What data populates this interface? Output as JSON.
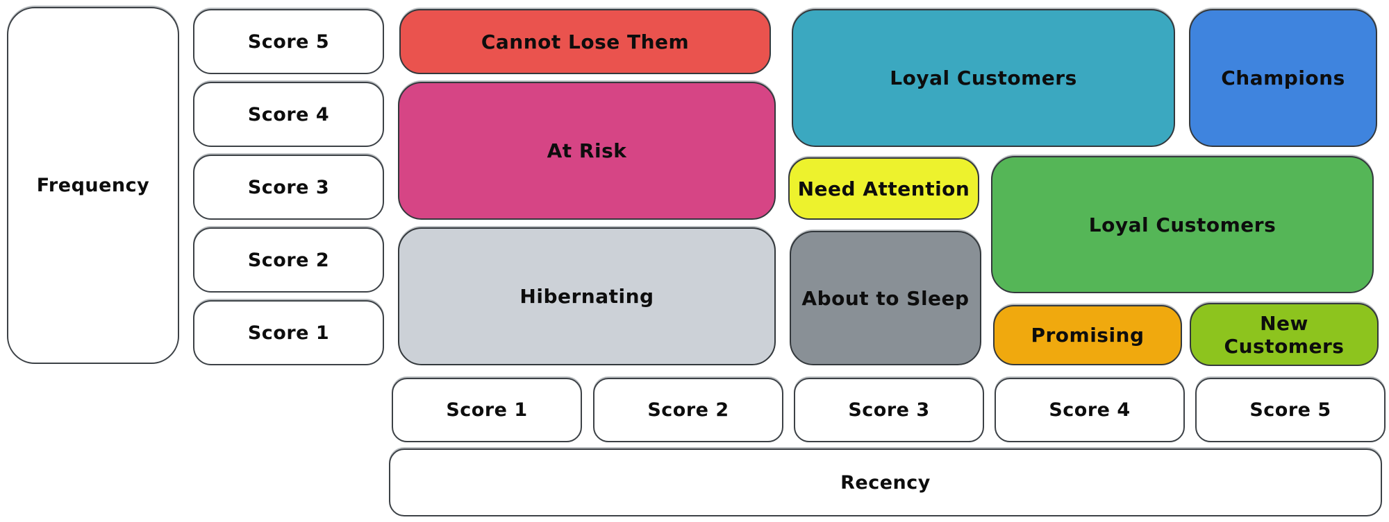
{
  "diagram": {
    "type": "rfm-segmentation-matrix",
    "background_color": "#ffffff",
    "outline_color": "#383d42",
    "text_color": "#0d0d0d"
  },
  "axes": {
    "frequency": {
      "label": "Frequency",
      "scores_top_to_bottom": [
        "Score 5",
        "Score 4",
        "Score 3",
        "Score 2",
        "Score 1"
      ]
    },
    "recency": {
      "label": "Recency",
      "scores_left_to_right": [
        "Score 1",
        "Score 2",
        "Score 3",
        "Score 4",
        "Score 5"
      ]
    }
  },
  "segments": {
    "cannot_lose_them": {
      "label": "Cannot Lose Them",
      "color": "#ea534e",
      "recency": "1-2",
      "frequency": "5"
    },
    "at_risk": {
      "label": "At Risk",
      "color": "#d64585",
      "recency": "1-2",
      "frequency": "3-4"
    },
    "hibernating": {
      "label": "Hibernating",
      "color": "#ccd1d7",
      "recency": "1-2",
      "frequency": "1-2"
    },
    "loyal_customers_top": {
      "label": "Loyal Customers",
      "color": "#3ba8c0",
      "recency": "3-4",
      "frequency": "4-5"
    },
    "champions": {
      "label": "Champions",
      "color": "#3f84de",
      "recency": "5",
      "frequency": "4-5"
    },
    "need_attention": {
      "label": "Need Attention",
      "color": "#edf22d",
      "recency": "3",
      "frequency": "3"
    },
    "about_to_sleep": {
      "label": "About to Sleep",
      "color": "#899096",
      "recency": "3",
      "frequency": "1-2"
    },
    "loyal_customers_mid": {
      "label": "Loyal Customers",
      "color": "#55b657",
      "recency": "4-5",
      "frequency": "2-3"
    },
    "promising": {
      "label": "Promising",
      "color": "#f0a90e",
      "recency": "4",
      "frequency": "1"
    },
    "new_customers": {
      "label": "New Customers",
      "color": "#8dc41e",
      "recency": "5",
      "frequency": "1"
    }
  }
}
